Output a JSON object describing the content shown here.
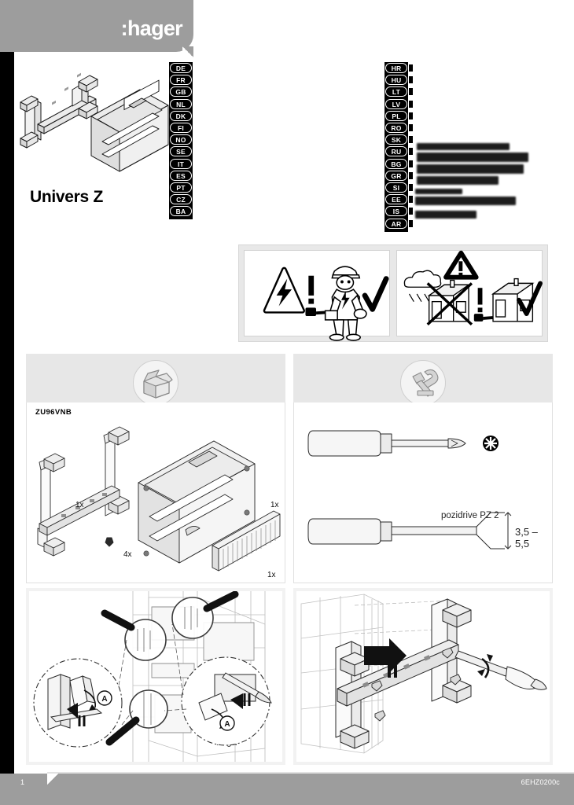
{
  "document": {
    "brand": ":hager",
    "product_title": "Univers Z",
    "page_number": "1",
    "doc_code": "6EHZ0200c"
  },
  "languages": {
    "left_column": [
      "DE",
      "FR",
      "GB",
      "NL",
      "DK",
      "FI",
      "NO",
      "SE",
      "IT",
      "ES",
      "PT",
      "CZ",
      "BA"
    ],
    "right_column": [
      "HR",
      "HU",
      "LT",
      "LV",
      "PL",
      "RO",
      "SK",
      "RU",
      "BG",
      "GR",
      "SI",
      "EE",
      "IS",
      "AR"
    ]
  },
  "safety": {
    "left_pictogram": "electrical-hazard-qualified-electrician",
    "right_pictogram": "indoor-installation-only"
  },
  "panels": {
    "contents": {
      "icon": "open-box-icon",
      "product_code": "ZU96VNB",
      "items": [
        {
          "label": "1x",
          "part": "mounting-rail-assembly"
        },
        {
          "label": "4x",
          "part": "screw"
        },
        {
          "label": "1x",
          "part": "front-cover-plate"
        },
        {
          "label": "1x",
          "part": "comb-shutter-strip"
        }
      ]
    },
    "tools": {
      "icon": "hammer-wrench-icon",
      "tools": [
        {
          "label": "pozidrive PZ 2",
          "type": "pozidrive-screwdriver"
        },
        {
          "label": "3,5 – 5,5",
          "type": "flat-blade-screwdriver"
        }
      ]
    },
    "step_left": {
      "illustration": "enclosure-clip-detail-with-magnifier-callouts",
      "callouts": [
        "A",
        "A"
      ]
    },
    "step_right": {
      "illustration": "mounting-rail-screw-fixing"
    }
  },
  "colors": {
    "header_gray": "#9d9d9d",
    "panel_header_gray": "#e7e7e7",
    "footer_gray": "#9d9d9d",
    "line": "#222222"
  }
}
